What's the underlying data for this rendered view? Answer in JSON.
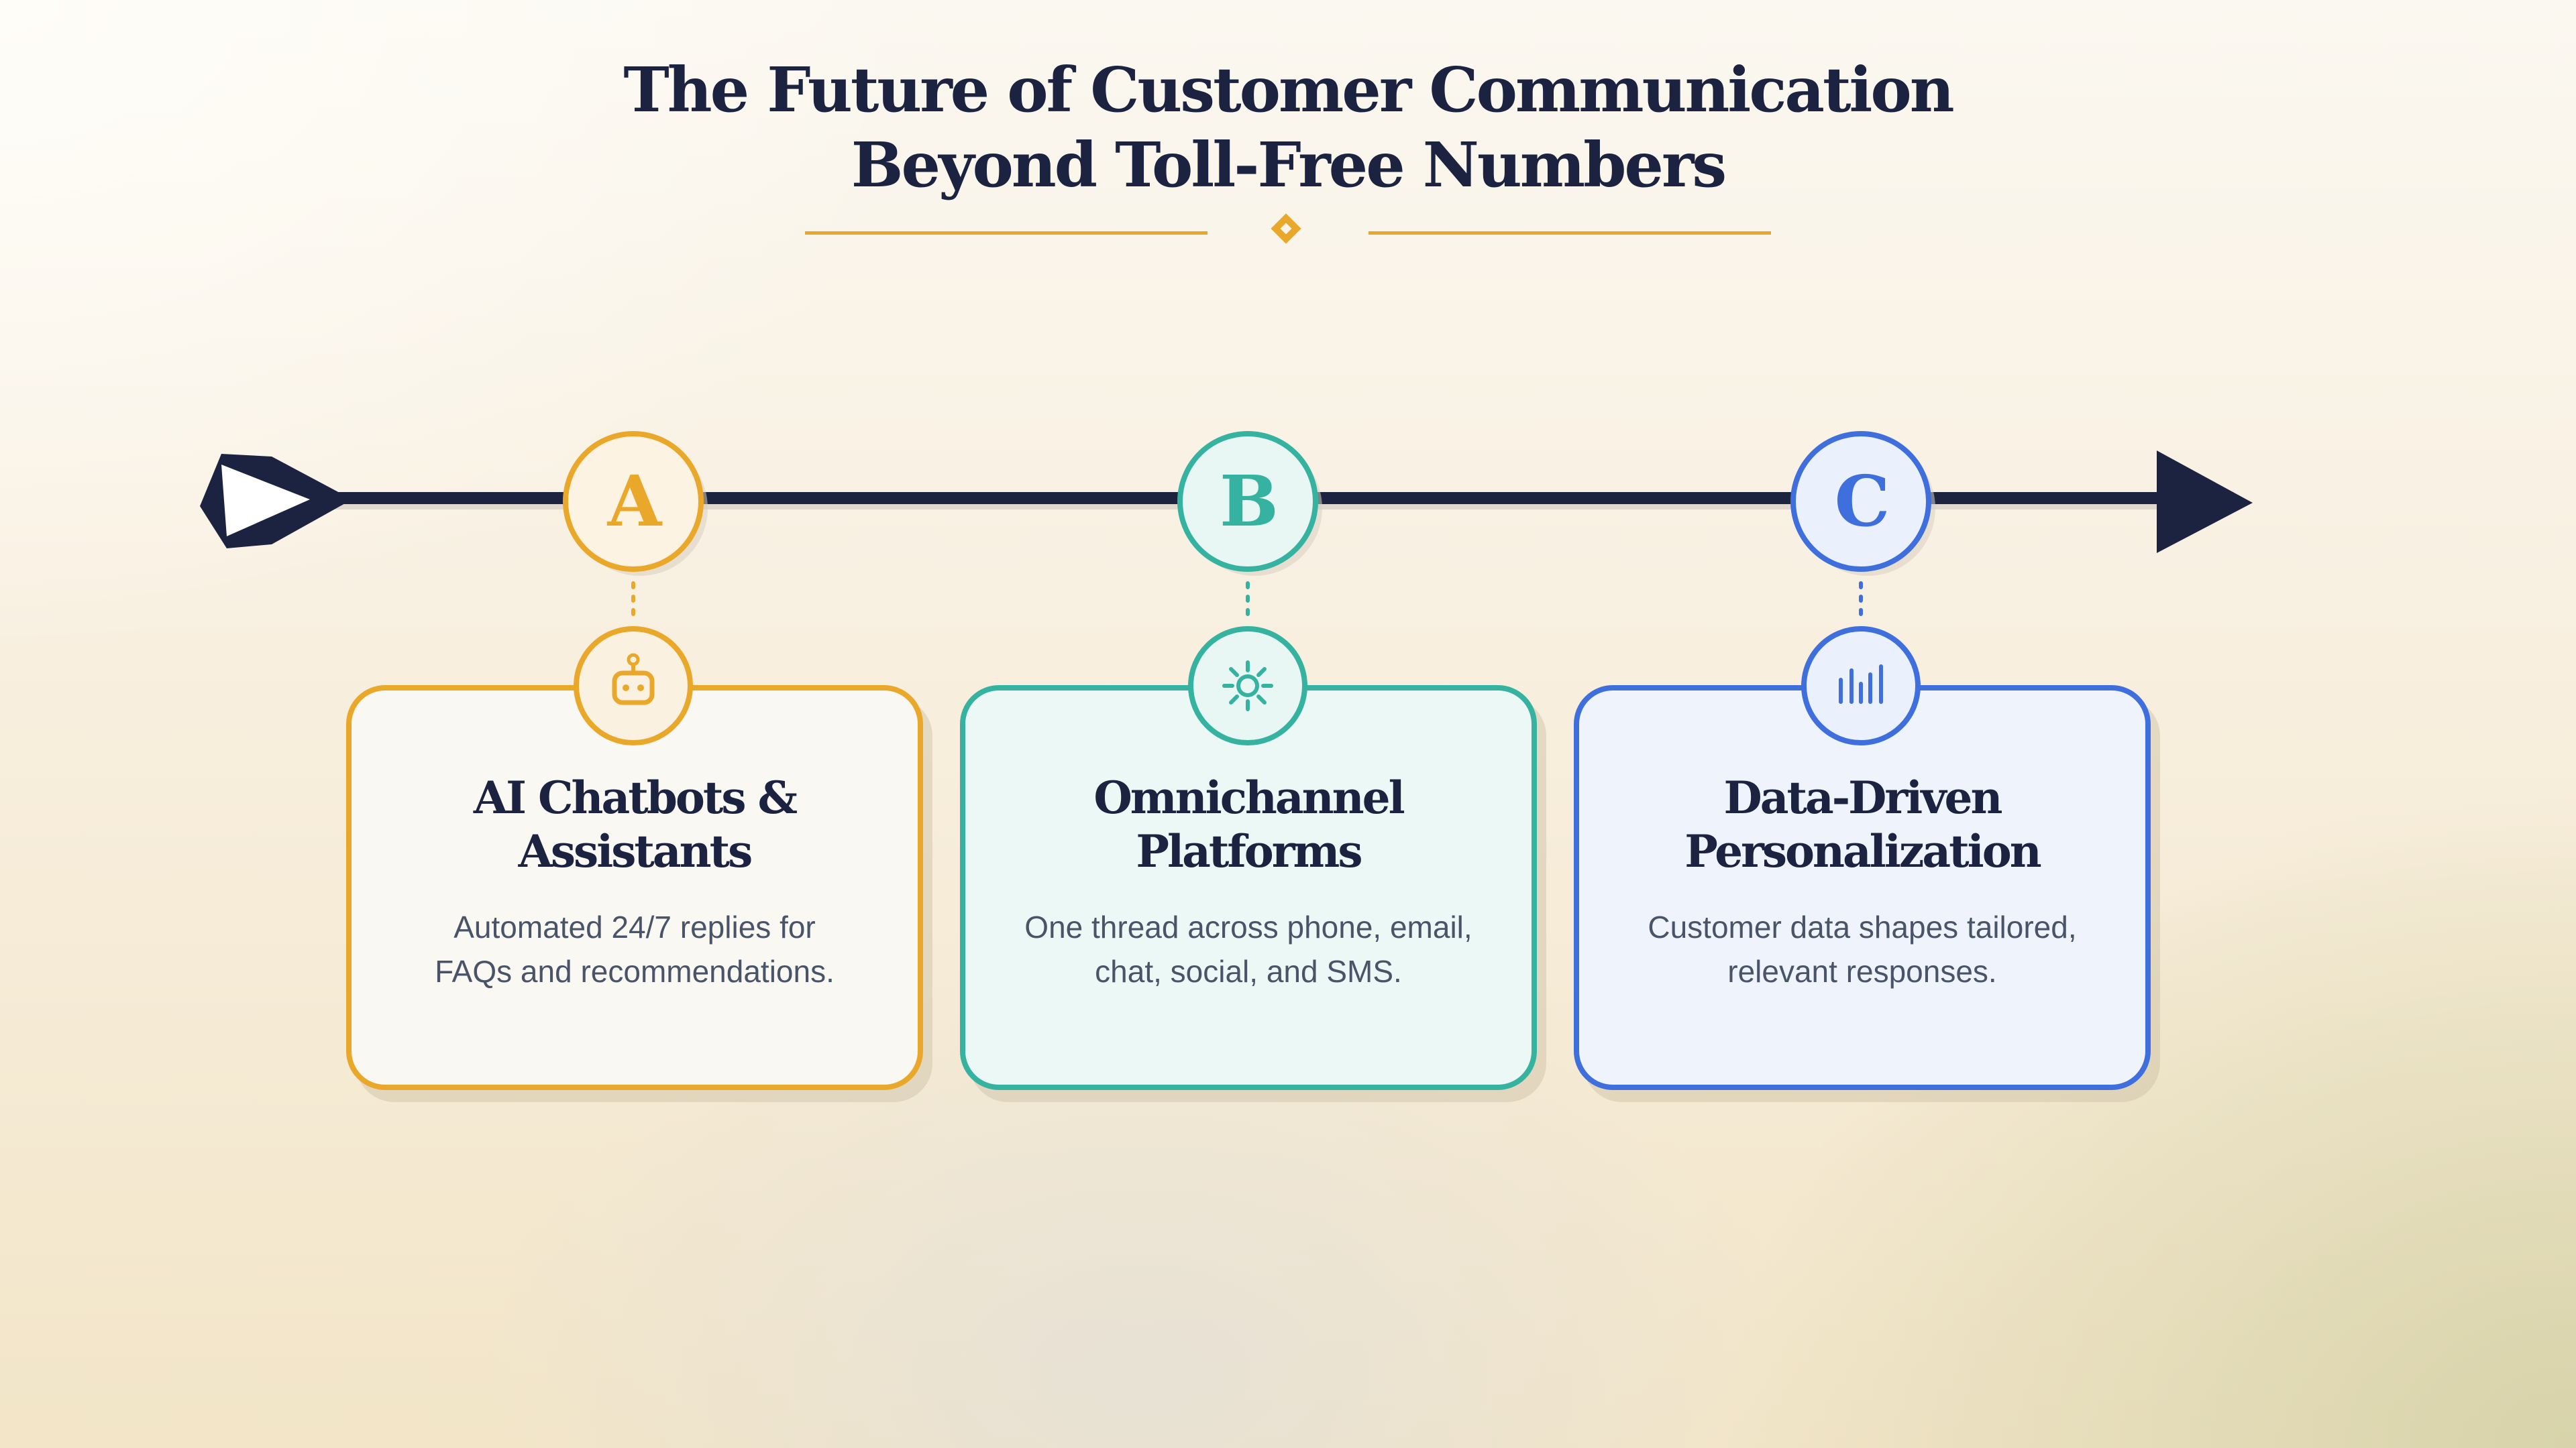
{
  "header": {
    "title_line1": "The Future of Customer Communication",
    "title_line2": "Beyond Toll-Free Numbers",
    "accent_color": "#eaa82a"
  },
  "timeline": {
    "line_color": "#1b2340"
  },
  "steps": [
    {
      "letter": "A",
      "icon": "robot-icon",
      "title_line1": "AI Chatbots &",
      "title_line2": "Assistants",
      "desc_line1": "Automated 24/7 replies for",
      "desc_line2": "FAQs and recommendations.",
      "color": "#eaa82a",
      "fill": "#f9f8f3"
    },
    {
      "letter": "B",
      "icon": "hub-icon",
      "title_line1": "Omnichannel",
      "title_line2": "Platforms",
      "desc_line1": "One thread across phone, email,",
      "desc_line2": "chat, social, and SMS.",
      "color": "#35b3a0",
      "fill": "#ebf8f5"
    },
    {
      "letter": "C",
      "icon": "bar-chart-icon",
      "title_line1": "Data-Driven",
      "title_line2": "Personalization",
      "desc_line1": "Customer data shapes tailored,",
      "desc_line2": "relevant responses.",
      "color": "#3f6fdc",
      "fill": "#eef3fc"
    }
  ]
}
